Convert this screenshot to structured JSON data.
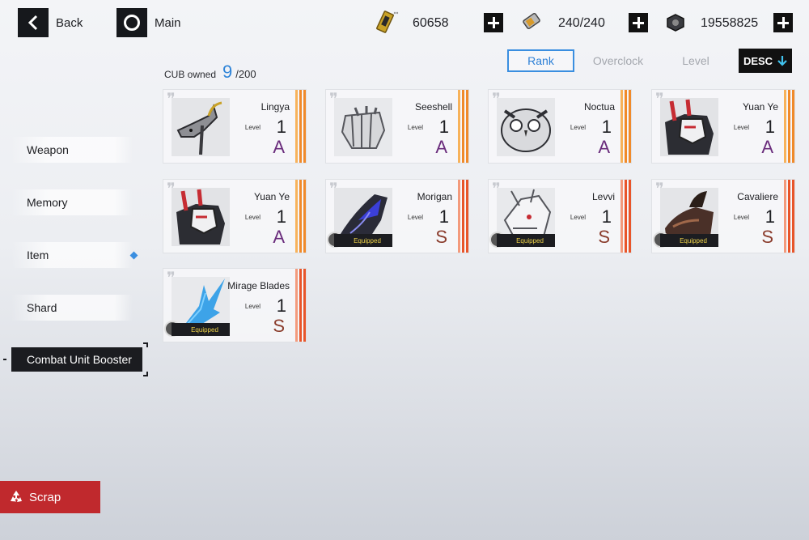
{
  "topbar": {
    "back_label": "Back",
    "main_label": "Main",
    "resources": [
      {
        "name": "stamina-ticket",
        "icon": "gold-card-icon",
        "value": "60658"
      },
      {
        "name": "battery",
        "icon": "battery-icon",
        "value": "240/240"
      },
      {
        "name": "credits",
        "icon": "hex-coin-icon",
        "value": "19558825"
      }
    ]
  },
  "sort": {
    "tabs": [
      "Rank",
      "Overclock",
      "Level"
    ],
    "active": "Rank",
    "order_label": "DESC"
  },
  "owned": {
    "label": "CUB owned",
    "count": "9",
    "max": "/200"
  },
  "sidebar": {
    "items": [
      {
        "label": "Weapon"
      },
      {
        "label": "Memory"
      },
      {
        "label": "Item"
      },
      {
        "label": "Shard"
      },
      {
        "label": "Combat Unit Booster"
      }
    ],
    "active": "Combat Unit Booster"
  },
  "scrap_label": "Scrap",
  "cards": [
    {
      "name": "Lingya",
      "level_label": "Level",
      "level": "1",
      "rank": "A",
      "equipped": ""
    },
    {
      "name": "Seeshell",
      "level_label": "Level",
      "level": "1",
      "rank": "A",
      "equipped": ""
    },
    {
      "name": "Noctua",
      "level_label": "Level",
      "level": "1",
      "rank": "A",
      "equipped": ""
    },
    {
      "name": "Yuan Ye",
      "level_label": "Level",
      "level": "1",
      "rank": "A",
      "equipped": ""
    },
    {
      "name": "Yuan Ye",
      "level_label": "Level",
      "level": "1",
      "rank": "A",
      "equipped": ""
    },
    {
      "name": "Morigan",
      "level_label": "Level",
      "level": "1",
      "rank": "S",
      "equipped": "Equipped"
    },
    {
      "name": "Levvi",
      "level_label": "Level",
      "level": "1",
      "rank": "S",
      "equipped": "Equipped"
    },
    {
      "name": "Cavaliere",
      "level_label": "Level",
      "level": "1",
      "rank": "S",
      "equipped": "Equipped"
    },
    {
      "name": "Mirage Blades",
      "level_label": "Level",
      "level": "1",
      "rank": "S",
      "equipped": "Equipped"
    }
  ],
  "colors": {
    "accent": "#2f84d8",
    "scrap": "#c0292d",
    "rank_A_stripe": "#f08a2a",
    "rank_S_stripe": "#e8552a",
    "equipped_text": "#f0d44a"
  }
}
